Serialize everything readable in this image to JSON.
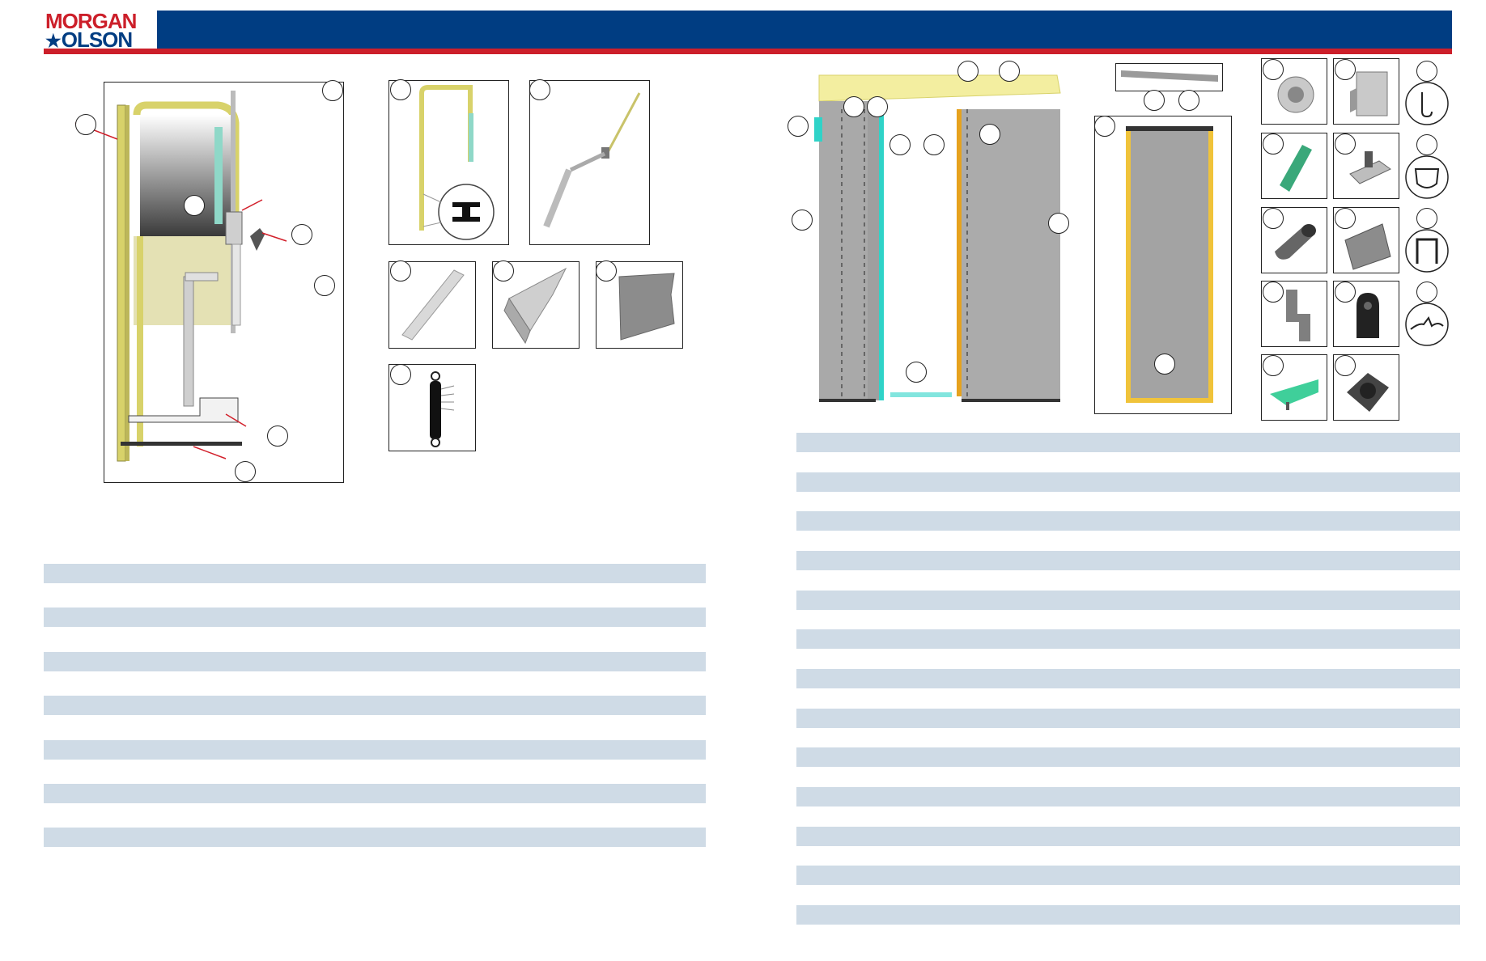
{
  "header": {
    "logo_line1": "MORGAN",
    "logo_line2": "OLSON",
    "bar_color": "#003d82",
    "stripe_color": "#cc1f2a",
    "logo_icon": "star-icon"
  },
  "colors": {
    "row_fill": "#cfdbe6",
    "frame_yellow": "#d8d26a",
    "accent_teal": "#2fd3c8",
    "accent_green": "#3aa87a",
    "panel_gray": "#9a9a9a"
  },
  "left_table": {
    "row_count": 7
  },
  "right_table": {
    "row_count": 13
  }
}
